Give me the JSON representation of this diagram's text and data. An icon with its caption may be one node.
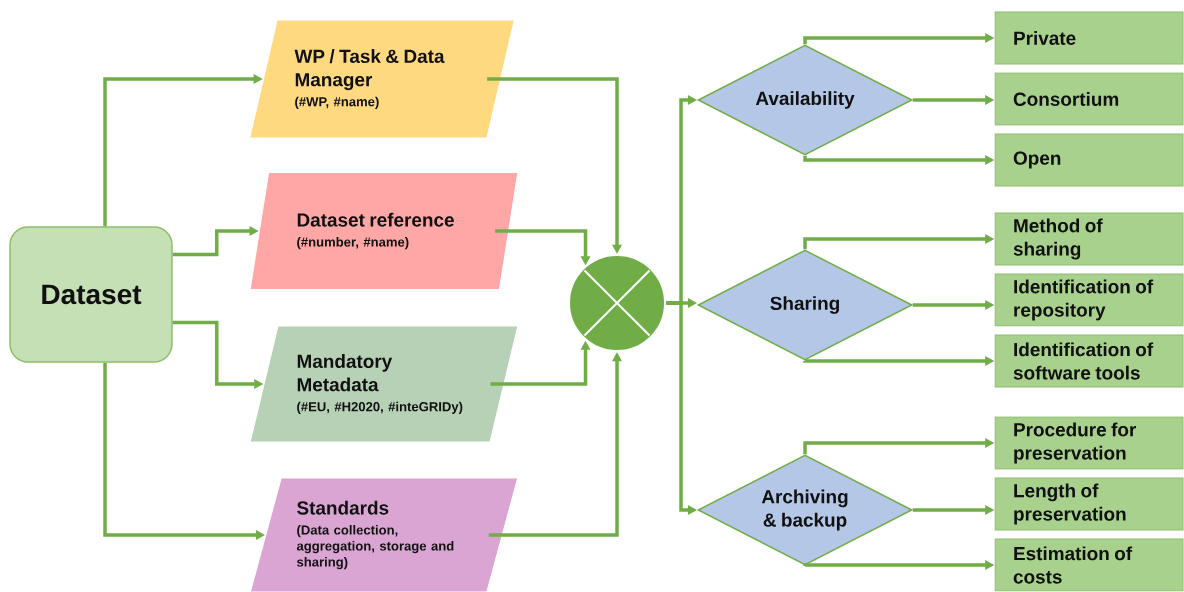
{
  "diagram": {
    "nodes": [
      {
        "text": [
          "Dataset"
        ]
      },
      {
        "text": [
          "WP / Task & Data Manager",
          "(#WP, #name)"
        ]
      },
      {
        "text": [
          "Dataset reference",
          "(#number, #name)"
        ]
      },
      {
        "text": [
          "Mandatory Metadata",
          "(#EU, #H2020, #inteGRIDy)"
        ]
      },
      {
        "text": [
          "Standards",
          "(Data collection, aggregation, storage and sharing)"
        ]
      },
      {
        "text": [],
        "shape": "circle"
      },
      {
        "text": [
          "Availability"
        ]
      },
      {
        "text": [
          "Sharing"
        ]
      },
      {
        "text": [
          "Archiving & backup"
        ]
      },
      {
        "text": [
          "Private"
        ]
      },
      {
        "text": [
          "Consortium"
        ]
      },
      {
        "text": [
          "Open"
        ]
      },
      {
        "text": [
          "Method of sharing"
        ]
      },
      {
        "text": [
          "Identification of repository"
        ]
      },
      {
        "text": [
          "Identification of software tools"
        ]
      },
      {
        "text": [
          "Procedure for preservation"
        ]
      },
      {
        "text": [
          "Length of preservation"
        ]
      },
      {
        "text": [
          "Estimation of costs"
        ]
      }
    ],
    "edges": [
      {
        "from": 0,
        "to": 1,
        "arrow": "to"
      },
      {
        "from": 0,
        "to": 2,
        "arrow": "to"
      },
      {
        "from": 0,
        "to": 3,
        "arrow": "to"
      },
      {
        "from": 0,
        "to": 4,
        "arrow": "to"
      },
      {
        "from": 1,
        "to": 5,
        "arrow": "to"
      },
      {
        "from": 2,
        "to": 5,
        "arrow": "to"
      },
      {
        "from": 3,
        "to": 5,
        "arrow": "to"
      },
      {
        "from": 4,
        "to": 5,
        "arrow": "to"
      },
      {
        "from": 5,
        "to": 6,
        "arrow": "to"
      },
      {
        "from": 5,
        "to": 7,
        "arrow": "to"
      },
      {
        "from": 5,
        "to": 8,
        "arrow": "to"
      },
      {
        "from": 6,
        "to": 9,
        "arrow": "to"
      },
      {
        "from": 6,
        "to": 10,
        "arrow": "to"
      },
      {
        "from": 6,
        "to": 11,
        "arrow": "to"
      },
      {
        "from": 7,
        "to": 12,
        "arrow": "to"
      },
      {
        "from": 7,
        "to": 13,
        "arrow": "to"
      },
      {
        "from": 7,
        "to": 14,
        "arrow": "to"
      },
      {
        "from": 8,
        "to": 15,
        "arrow": "to"
      },
      {
        "from": 8,
        "to": 16,
        "arrow": "to"
      },
      {
        "from": 8,
        "to": 17,
        "arrow": "to"
      }
    ]
  }
}
